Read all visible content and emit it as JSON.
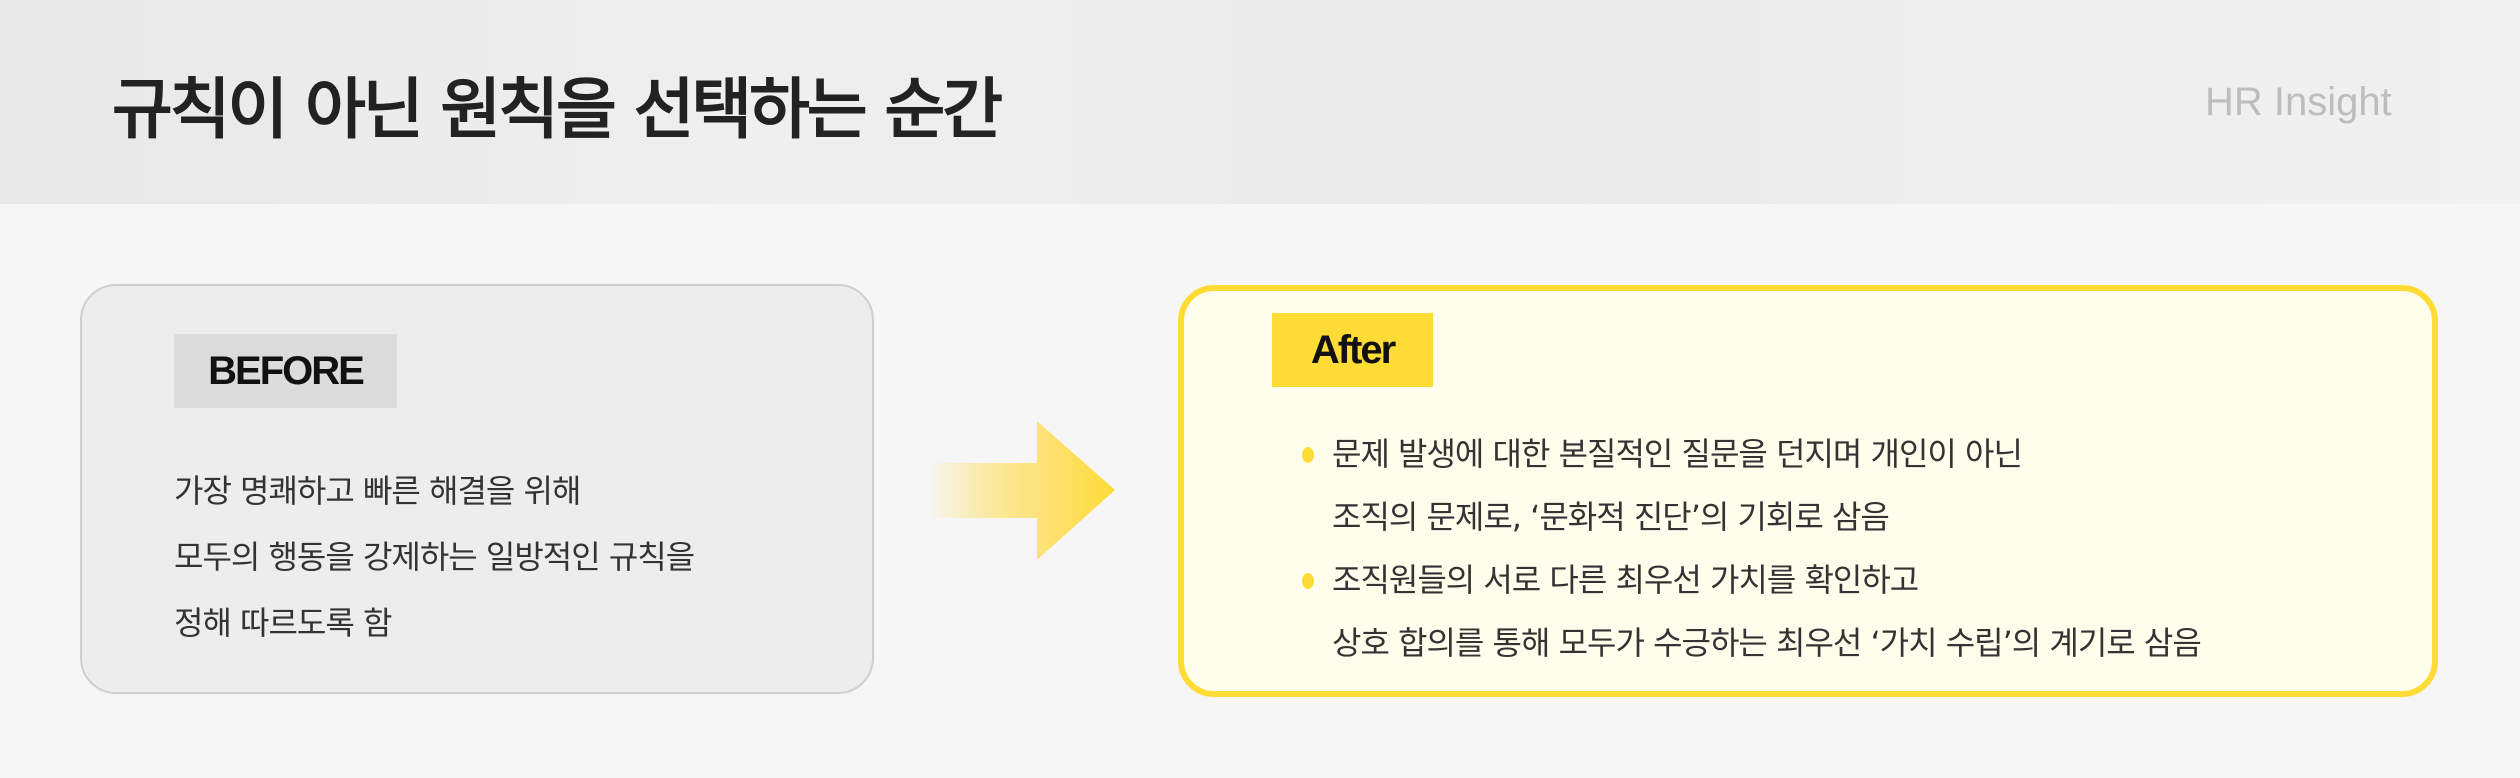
{
  "header": {
    "title": "규칙이 아닌 원칙을 선택하는 순간",
    "brand": "HR Insight"
  },
  "before": {
    "label": "BEFORE",
    "lines": [
      "가장 명쾌하고 빠른 해결을 위해",
      "모두의 행동을 강제하는 일방적인 규칙을",
      "정해 따르도록 함"
    ]
  },
  "after": {
    "label": "After",
    "items": [
      {
        "lines": [
          "문제 발생에 대한 본질적인 질문을 던지며 개인이 아닌",
          "조직의 문제로, ‘문화적 진단’의 기회로 삼음"
        ]
      },
      {
        "lines": [
          "조직원들의 서로 다른 최우선 가치를 확인하고",
          "상호 합의를 통해 모두가 수긍하는 최우선 ‘가치 수립’의 계기로 삼음"
        ]
      }
    ]
  },
  "colors": {
    "accent": "#ffdc35",
    "after_bg": "#fffdec",
    "before_bg": "#ededed"
  }
}
